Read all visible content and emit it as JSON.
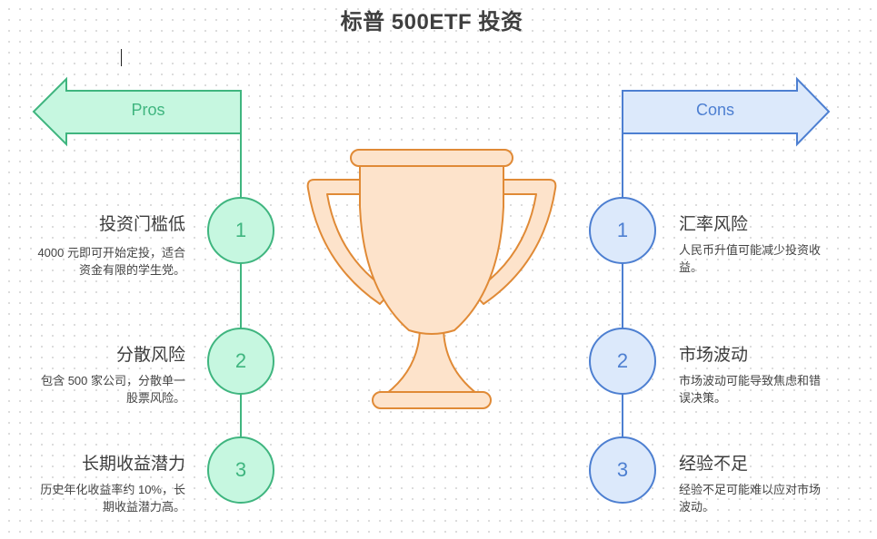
{
  "title": "标普 500ETF 投资",
  "colors": {
    "pros_stroke": "#3fb57f",
    "pros_fill": "#c6f7e0",
    "cons_stroke": "#4d7fd1",
    "cons_fill": "#dce9fb",
    "trophy_stroke": "#e08a36",
    "trophy_fill": "#fde3cb"
  },
  "pros": {
    "label": "Pros",
    "items": [
      {
        "number": "1",
        "title": "投资门槛低",
        "description": "4000 元即可开始定投，适合资金有限的学生党。"
      },
      {
        "number": "2",
        "title": "分散风险",
        "description": "包含 500 家公司，分散单一股票风险。"
      },
      {
        "number": "3",
        "title": "长期收益潜力",
        "description": "历史年化收益率约 10%，长期收益潜力高。"
      }
    ]
  },
  "cons": {
    "label": "Cons",
    "items": [
      {
        "number": "1",
        "title": "汇率风险",
        "description": "人民币升值可能减少投资收益。"
      },
      {
        "number": "2",
        "title": "市场波动",
        "description": "市场波动可能导致焦虑和错误决策。"
      },
      {
        "number": "3",
        "title": "经验不足",
        "description": "经验不足可能难以应对市场波动。"
      }
    ]
  },
  "center_icon": "trophy-icon"
}
